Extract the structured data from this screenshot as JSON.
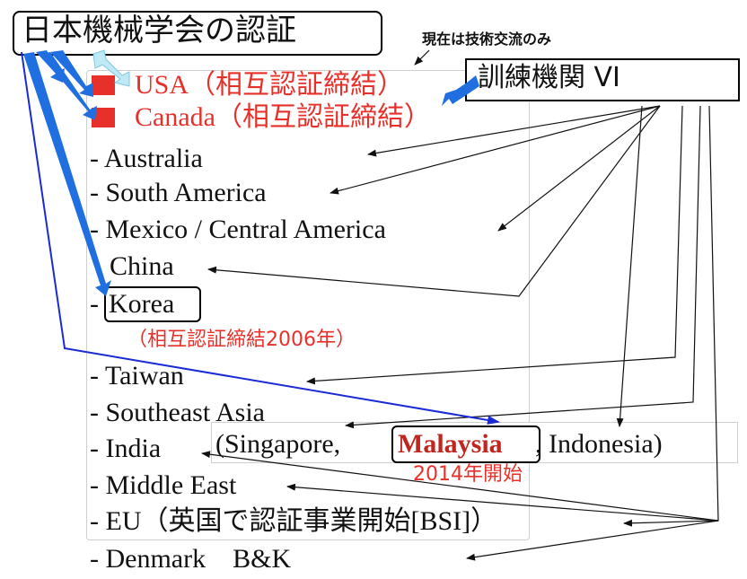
{
  "header": {
    "title": "日本機械学会の認証",
    "note": "現在は技術交流のみ",
    "training_org": "訓練機関 VI"
  },
  "regions": {
    "usa": "USA（相互認証締結）",
    "canada": "Canada（相互認証締結）",
    "australia": "- Australia",
    "south_america": "- South America",
    "mexico": "- Mexico / Central America",
    "china": "China",
    "korea_dash": "-",
    "korea": "Korea",
    "korea_note": "（相互認証締結2006年）",
    "taiwan": "- Taiwan",
    "southeast_asia": "- Southeast Asia",
    "sea_paren_open": "(Singapore,",
    "malaysia": "Malaysia",
    "sea_paren_close": ", Indonesia)",
    "malaysia_note": "2014年開始",
    "india": "- India",
    "middle_east": "- Middle East",
    "eu": "- EU（英国で認証事業開始[BSI]）",
    "denmark": "- Denmark    B&K"
  },
  "colors": {
    "red": "#e8302a",
    "blue_arrow": "#1f6fe0",
    "dark_blue_line": "#1a2bd6",
    "light_cyan": "#bfe9f5"
  }
}
